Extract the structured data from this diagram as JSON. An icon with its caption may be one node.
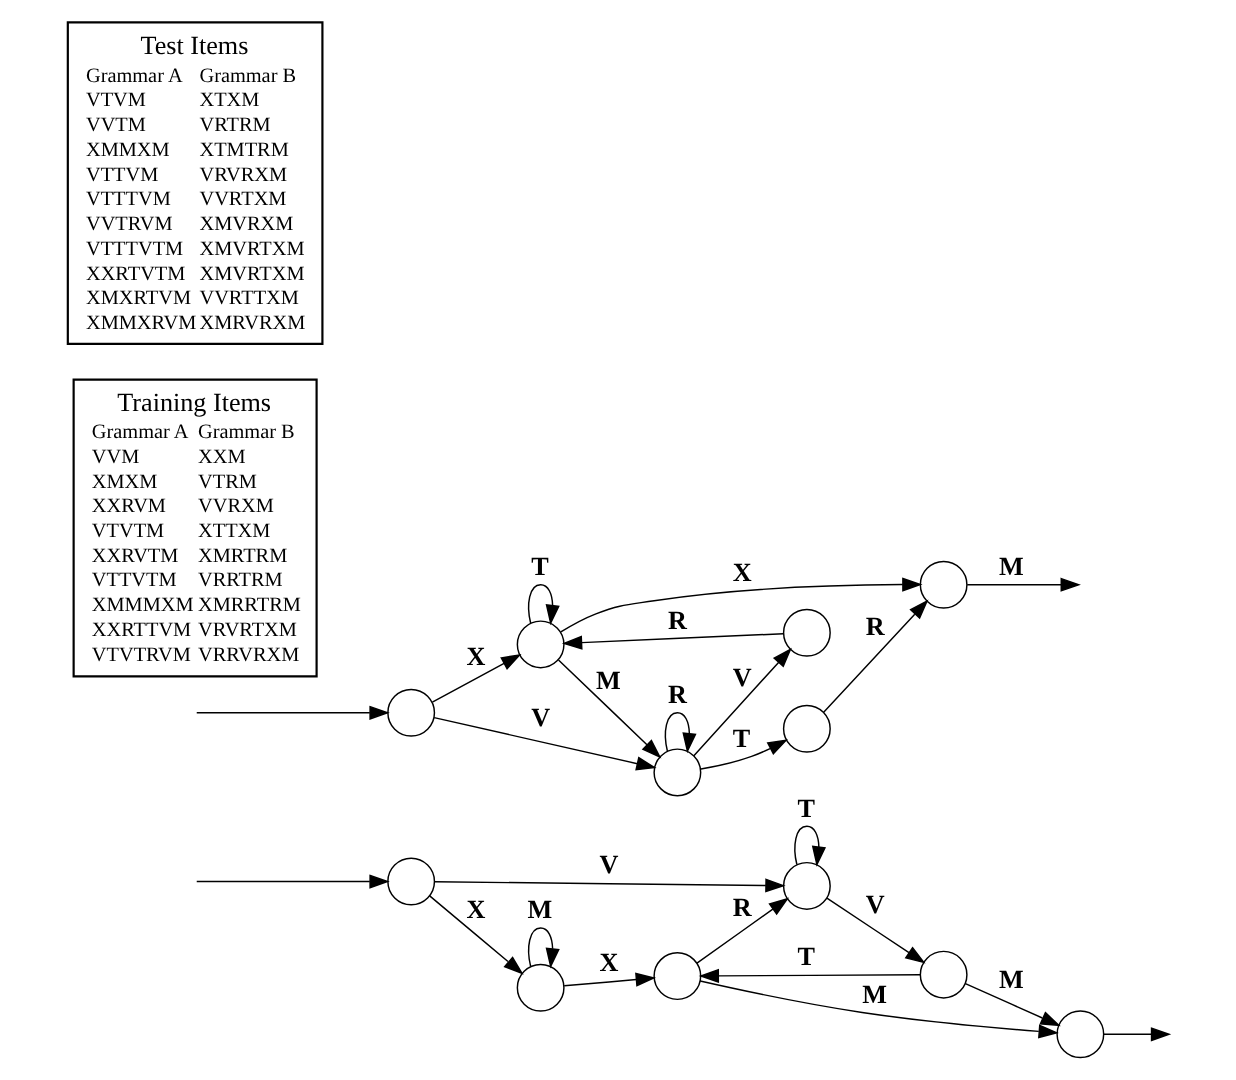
{
  "diagram": {
    "nodes": [
      {
        "text": [],
        "shape": "circle"
      },
      {
        "text": [],
        "shape": "circle"
      },
      {
        "text": [],
        "shape": "circle"
      },
      {
        "text": [],
        "shape": "circle"
      },
      {
        "text": [],
        "shape": "circle"
      },
      {
        "text": [],
        "shape": "circle"
      },
      {
        "text": [],
        "shape": "circle"
      },
      {
        "text": [],
        "shape": "circle"
      },
      {
        "text": [],
        "shape": "circle"
      },
      {
        "text": [],
        "shape": "circle"
      },
      {
        "text": [],
        "shape": "circle"
      },
      {
        "text": [],
        "shape": "circle"
      },
      {
        "text": [
          "Training Items",
          "Grammar A",
          "Grammar B",
          "VVM",
          "XXM",
          "XMXM",
          "VTRM",
          "XXRVM",
          "VVRXM",
          "VTVTM",
          "XTTXM",
          "XXRVTM",
          "XMRTRM",
          "VTTVTM",
          "VRRTRM",
          "XMMMXM",
          "XMRRTRM",
          "XXRTTVM",
          "VRVRTXM",
          "VTVTRVM",
          "VRRVRXM"
        ]
      },
      {
        "text": [
          "Test Items",
          "Grammar A",
          "Grammar B",
          "VTVM",
          "XTXM",
          "VVTM",
          "VRTRM",
          "XMMXM",
          "XTMTRM",
          "VTTVM",
          "VRVRXM",
          "VTTTVM",
          "VVRTXM",
          "VVTRVM",
          "XMVRXM",
          "VTTTVTM",
          "XMVRTXM",
          "XXRTVTM",
          "XMVRTXM",
          "XMXRTVM",
          "VVRTTXM",
          "XMMXRVM",
          "XMRVRXM"
        ]
      }
    ],
    "edges": [
      {
        "from": null,
        "to": 0,
        "arrow": "to"
      },
      {
        "from": 0,
        "to": 1,
        "arrow": "to",
        "label": "X"
      },
      {
        "from": 1,
        "to": 1,
        "arrow": "to",
        "label": "M"
      },
      {
        "from": 1,
        "to": 2,
        "arrow": "to",
        "label": "X"
      },
      {
        "from": 0,
        "to": 3,
        "arrow": "to",
        "label": "V"
      },
      {
        "from": 2,
        "to": 3,
        "arrow": "to",
        "label": "R"
      },
      {
        "from": 3,
        "to": 3,
        "arrow": "to",
        "label": "T"
      },
      {
        "from": 3,
        "to": 4,
        "arrow": "to",
        "label": "V"
      },
      {
        "from": 4,
        "to": 2,
        "arrow": "to",
        "label": "T"
      },
      {
        "from": 2,
        "to": 5,
        "arrow": "to",
        "label": "M"
      },
      {
        "from": 4,
        "to": 5,
        "arrow": "to",
        "label": "M"
      },
      {
        "from": 5,
        "to": null,
        "arrow": "to"
      },
      {
        "from": null,
        "to": 6,
        "arrow": "to"
      },
      {
        "from": 6,
        "to": 7,
        "arrow": "to",
        "label": "X"
      },
      {
        "from": 7,
        "to": 7,
        "arrow": "to",
        "label": "T"
      },
      {
        "from": 7,
        "to": 8,
        "arrow": "to",
        "label": "X"
      },
      {
        "from": 8,
        "to": null,
        "arrow": "to",
        "label": "M"
      },
      {
        "from": 9,
        "to": 7,
        "arrow": "to",
        "label": "R"
      },
      {
        "from": 7,
        "to": 10,
        "arrow": "to",
        "label": "M"
      },
      {
        "from": 6,
        "to": 10,
        "arrow": "to",
        "label": "V"
      },
      {
        "from": 10,
        "to": 9,
        "arrow": "to",
        "label": "V"
      },
      {
        "from": 10,
        "to": 10,
        "arrow": "to",
        "label": "R"
      },
      {
        "from": 10,
        "to": 11,
        "arrow": "to",
        "label": "T"
      },
      {
        "from": 11,
        "to": 8,
        "arrow": "to",
        "label": "R"
      }
    ]
  }
}
